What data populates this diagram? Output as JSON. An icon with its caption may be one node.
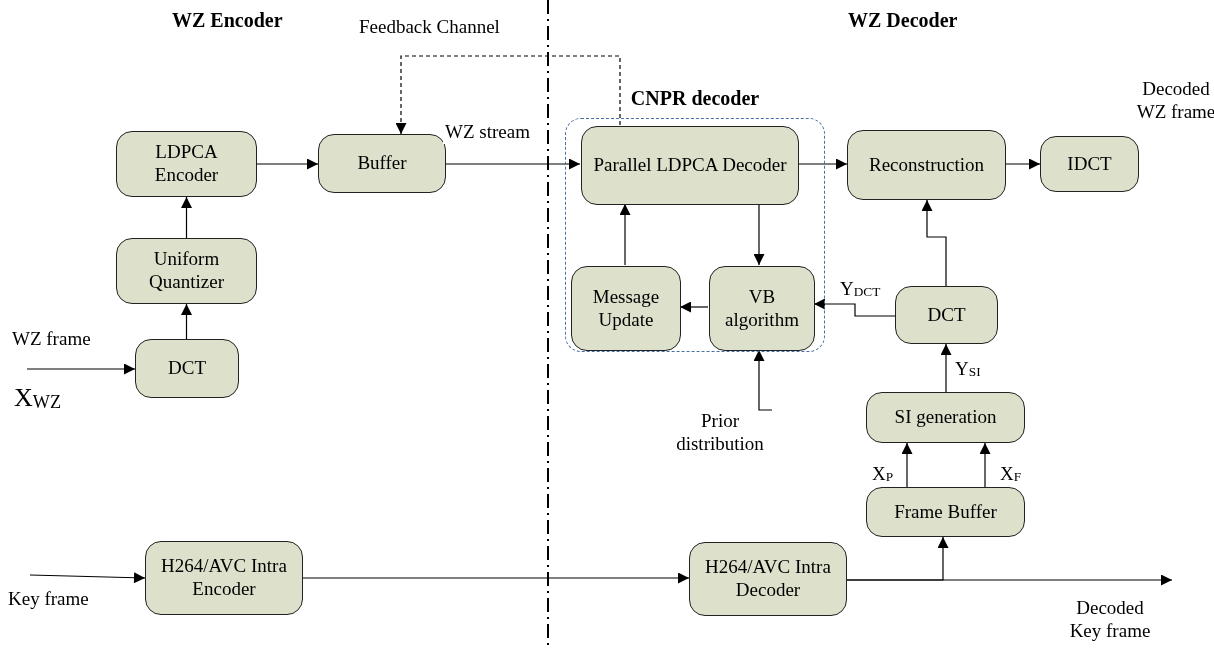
{
  "diagram": {
    "nodes": [
      {
        "text": [
          "LDPCA Encoder"
        ]
      },
      {
        "text": [
          "Uniform Quantizer"
        ]
      },
      {
        "text": [
          "DCT"
        ]
      },
      {
        "text": [
          "Buffer"
        ]
      },
      {
        "text": [
          "H264/AVC Intra Encoder"
        ]
      },
      {
        "text": [
          "CNPR decoder"
        ]
      },
      {
        "text": [
          "Parallel  LDPCA Decoder"
        ],
        "in": 5
      },
      {
        "text": [
          "Message Update"
        ],
        "in": 5
      },
      {
        "text": [
          "VB algorithm"
        ],
        "in": 5
      },
      {
        "text": [
          "Reconstruction"
        ]
      },
      {
        "text": [
          "IDCT"
        ]
      },
      {
        "text": [
          "DCT"
        ]
      },
      {
        "text": [
          "SI generation"
        ]
      },
      {
        "text": [
          "Frame Buffer"
        ]
      },
      {
        "text": [
          "H264/AVC Intra Decoder"
        ]
      },
      {
        "text": [
          "Prior distribution"
        ]
      }
    ],
    "edges": [
      {
        "from": null,
        "to": 2,
        "arrow": "to"
      },
      {
        "from": 2,
        "to": 1,
        "arrow": "to"
      },
      {
        "from": 1,
        "to": 0,
        "arrow": "to"
      },
      {
        "from": 0,
        "to": 3,
        "arrow": "to"
      },
      {
        "from": 3,
        "to": 6,
        "arrow": "to",
        "label": "WZ stream"
      },
      {
        "from": 6,
        "to": 3,
        "arrow": "to",
        "style": "dashed",
        "label": "Feedback Channel"
      },
      {
        "from": 6,
        "to": 9,
        "arrow": "to"
      },
      {
        "from": 9,
        "to": 10,
        "arrow": "to"
      },
      {
        "from": 6,
        "to": 8,
        "arrow": "to"
      },
      {
        "from": 8,
        "to": 7,
        "arrow": "to"
      },
      {
        "from": 7,
        "to": 6,
        "arrow": "to"
      },
      {
        "from": 11,
        "to": 8,
        "arrow": "to",
        "label": "Y$_{DCT}$"
      },
      {
        "from": 11,
        "to": 9,
        "arrow": "to"
      },
      {
        "from": 15,
        "to": 8,
        "arrow": "to"
      },
      {
        "from": 12,
        "to": 11,
        "arrow": "to",
        "label": "Y$_{SI}$"
      },
      {
        "from": 13,
        "to": 12,
        "arrow": "to",
        "label": "X$_{P}$"
      },
      {
        "from": 13,
        "to": 12,
        "arrow": "to",
        "label": "X$_{F}$"
      },
      {
        "from": null,
        "to": 4,
        "arrow": "to"
      },
      {
        "from": 4,
        "to": 14,
        "arrow": "to"
      },
      {
        "from": 14,
        "to": 13,
        "arrow": "to"
      },
      {
        "from": 14,
        "to": null,
        "arrow": "to"
      }
    ],
    "labels": [
      "WZ Encoder",
      "WZ Decoder",
      "WZ frame",
      "X$_{WZ}$",
      "Decoded WZ frame",
      "Key frame",
      "Decoded Key frame"
    ]
  }
}
